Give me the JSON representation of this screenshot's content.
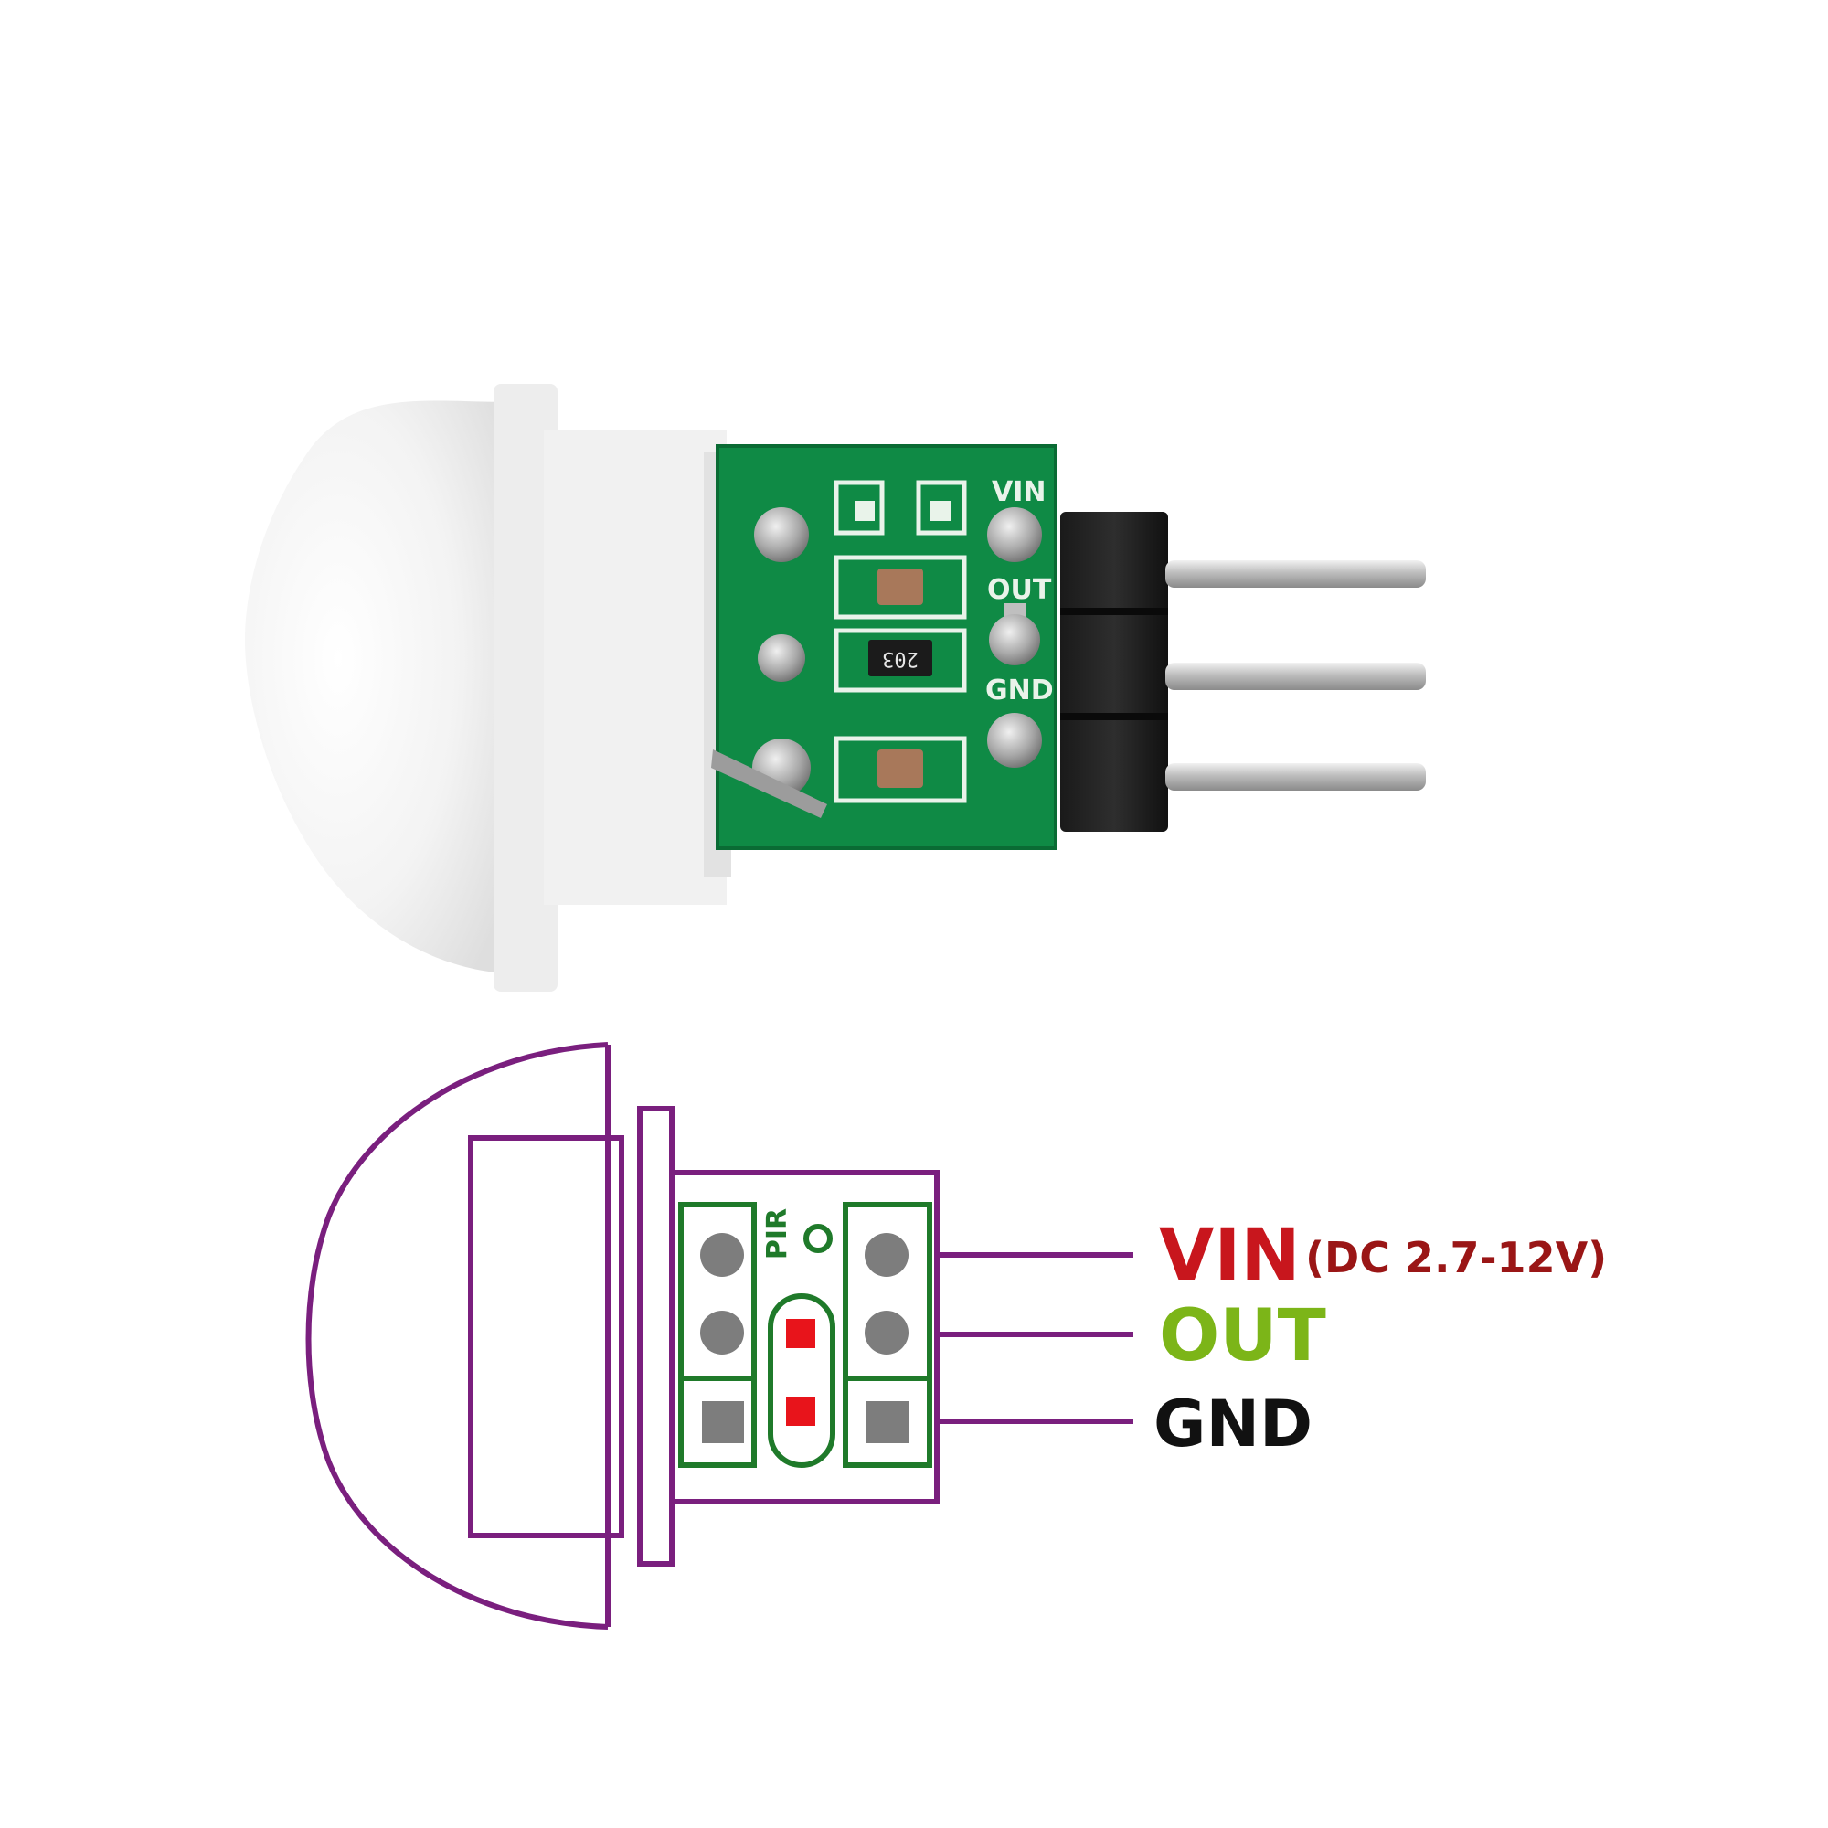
{
  "photo": {
    "silkscreen": {
      "vin": "VIN",
      "out": "OUT",
      "gnd": "GND",
      "resistor_code": "203"
    }
  },
  "diagram": {
    "board_label": "PIR",
    "pins": {
      "vin": {
        "name": "VIN",
        "spec": "(DC 2.7-12V)",
        "color": "#c8161d",
        "spec_color": "#9a1616"
      },
      "out": {
        "name": "OUT",
        "color": "#7cb518"
      },
      "gnd": {
        "name": "GND",
        "color": "#111111"
      }
    },
    "colors": {
      "outline": "#7a1f7e",
      "board_trace": "#1f7a2a",
      "pad": "#7d7d7d",
      "jumper_pad": "#e8141b"
    }
  }
}
